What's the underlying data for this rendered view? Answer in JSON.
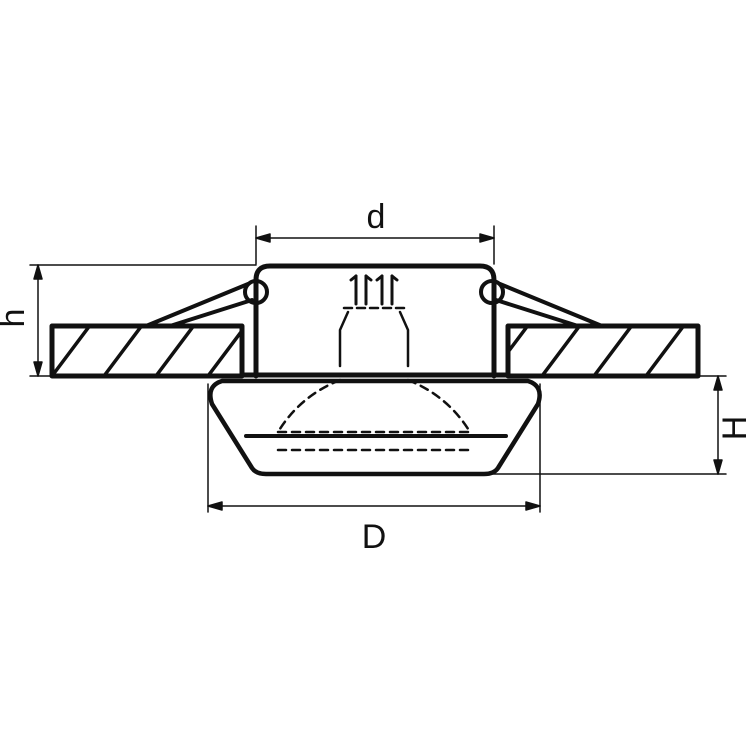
{
  "diagram": {
    "dimensions": {
      "inner_diameter_label": "d",
      "outer_diameter_label": "D",
      "mount_height_label": "h",
      "visible_height_label": "H"
    },
    "colors": {
      "line": "#111111",
      "background": "#ffffff"
    }
  }
}
